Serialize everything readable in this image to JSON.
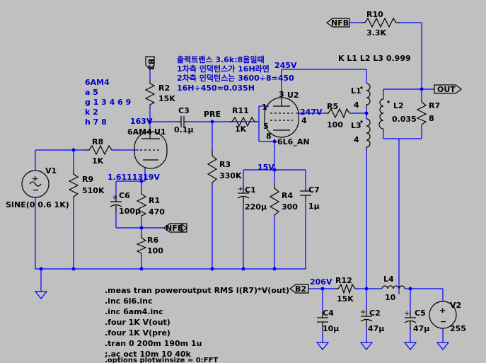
{
  "parts": {
    "R10": {
      "ref": "R10",
      "val": "3.3K"
    },
    "R2": {
      "ref": "R2",
      "val": "15K"
    },
    "R8": {
      "ref": "R8",
      "val": "1K"
    },
    "R9": {
      "ref": "R9",
      "val": "510K"
    },
    "R1": {
      "ref": "R1",
      "val": "470"
    },
    "R6": {
      "ref": "R6",
      "val": "100"
    },
    "R11": {
      "ref": "R11",
      "val": "1K"
    },
    "R3": {
      "ref": "R3",
      "val": "330K"
    },
    "R4": {
      "ref": "R4",
      "val": "300"
    },
    "R5": {
      "ref": "R5",
      "val": "100"
    },
    "R7": {
      "ref": "R7",
      "val": "8"
    },
    "R12": {
      "ref": "R12",
      "val": "15K"
    },
    "C3": {
      "ref": "C3",
      "val": "0.1µ"
    },
    "C6": {
      "ref": "C6",
      "val": "100µ"
    },
    "C1": {
      "ref": "C1",
      "val": "220µ"
    },
    "C7": {
      "ref": "C7",
      "val": "1µ"
    },
    "C4": {
      "ref": "C4",
      "val": "10µ"
    },
    "C2": {
      "ref": "C2",
      "val": "47µ"
    },
    "C5": {
      "ref": "C5",
      "val": "47µ"
    },
    "L1": {
      "ref": "L1",
      "val": "4"
    },
    "L2": {
      "ref": "L2",
      "val": "0.035"
    },
    "L3": {
      "ref": "L3",
      "val": "4"
    },
    "L4": {
      "ref": "L4",
      "val": "10"
    },
    "V1": {
      "ref": "V1",
      "val": "SINE(0 0.6 1K)"
    },
    "V2": {
      "ref": "V2",
      "val": "255"
    },
    "U1": {
      "ref": "U1",
      "model": "6AM4"
    },
    "U2": {
      "ref": "U2",
      "model": "6L6_AN"
    }
  },
  "nets": {
    "nfb_top": "NFB",
    "nfb_low": "NFB",
    "b2_top": "B2",
    "b2_low": "B2",
    "out": "OUT",
    "pre": "PRE"
  },
  "voltages": {
    "v163": "163V",
    "v245": "245V",
    "v247": "247V",
    "v15": "15V",
    "v1611": "1.6111319V",
    "v206": "206V"
  },
  "pins": {
    "p1": "1",
    "p3": "3",
    "p4": "4",
    "p5": "5",
    "p8": "8"
  },
  "notes": {
    "coupling": "K L1 L2 L3 0.999",
    "korean": [
      "출력트랜스 3.6k:8옴일때",
      "1차측 인덕턴스가 16H라면",
      "2차측 인덕턴스는 3600÷8=450",
      "16H÷450=0.035H"
    ],
    "tube_pins": [
      "6AM4",
      "a 5",
      "g 1 3 4 6 9",
      "k 2",
      "h 7 8"
    ]
  },
  "directives": [
    ".meas tran poweroutput RMS I(R7)*V(out)",
    ".inc 6l6.inc",
    ".inc 6am4.inc",
    ".four 1K  V(out)",
    ".four 1K V(pre)",
    ".tran 0 200m 190m 1u",
    ";.ac oct 10m 10 40k",
    ".options plotwinsize = 0:FFT"
  ]
}
